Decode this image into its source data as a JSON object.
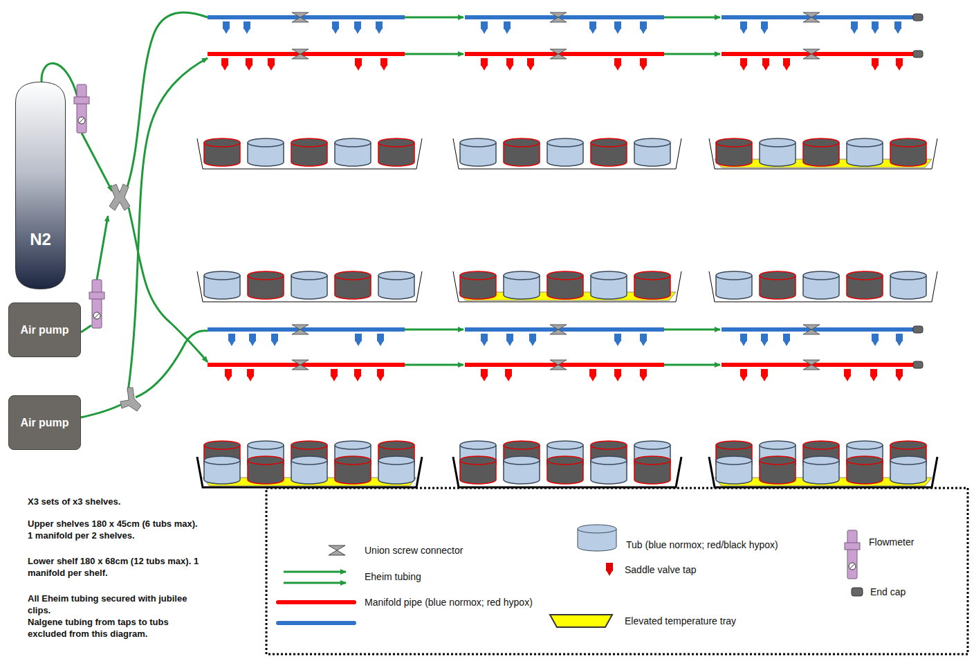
{
  "diagram": {
    "nodes": [
      {
        "text": [
          "N2"
        ]
      },
      {
        "text": [
          "Air pump"
        ]
      },
      {
        "text": [
          "Air pump"
        ]
      }
    ],
    "labels": [
      "X3 sets of x3 shelves.",
      "Upper shelves 180 x 45cm (6 tubs max). 1 manifold per 2 shelves.",
      "Lower shelf 180 x 68cm (12 tubs max). 1 manifold per shelf.",
      "All Eheim tubing secured with jubilee clips.",
      "Nalgene tubing from taps to tubs excluded from this diagram."
    ],
    "legend": [
      {
        "text": "Union screw connector"
      },
      {
        "text": "Eheim tubing"
      },
      {
        "text": "Manifold pipe (blue normox; red hypox)"
      },
      {
        "text": "Tub (blue normox; red/black hypox)"
      },
      {
        "text": "Saddle valve tap"
      },
      {
        "text": "Elevated temperature tray"
      },
      {
        "text": "Flowmeter"
      },
      {
        "text": "End cap"
      }
    ]
  }
}
